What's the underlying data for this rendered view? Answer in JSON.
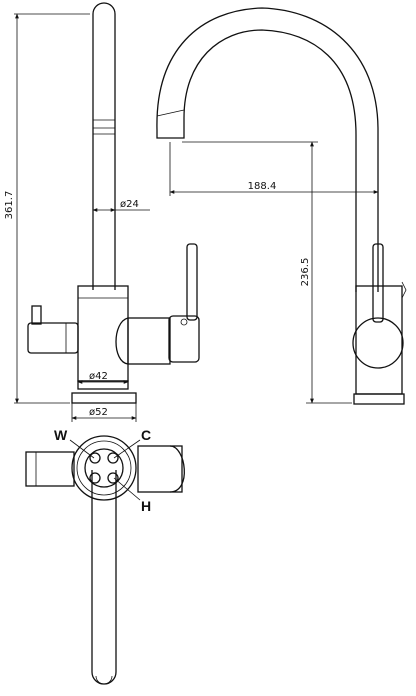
{
  "colors": {
    "line": "#111111",
    "background": "#ffffff"
  },
  "dimensions": {
    "overall_height": "361.7",
    "spout_diameter": "ø24",
    "spout_reach": "188.4",
    "spout_height": "236.5",
    "body_diameter": "ø42",
    "base_diameter": "ø52"
  },
  "ports": {
    "w": "W",
    "c": "C",
    "h": "H"
  }
}
